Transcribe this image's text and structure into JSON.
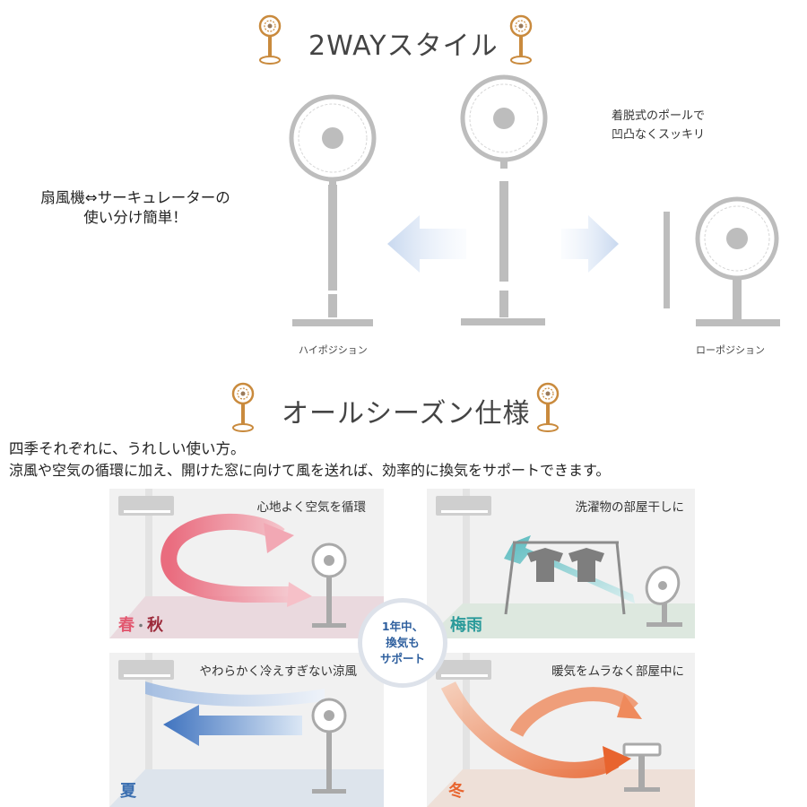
{
  "section1": {
    "title": "2WAYスタイル",
    "title_icon": "fan-icon"
  },
  "left_caption": {
    "line1": "扇風機⇔サーキュレーターの",
    "line2": "使い分け簡単！"
  },
  "right_caption": {
    "line1": "着脱式のポールで",
    "line2": "凹凸なくスッキリ"
  },
  "labels": {
    "high": "ハイポジション",
    "low": "ローポジション"
  },
  "section2": {
    "title": "オールシーズン仕様",
    "title_icon": "fan-icon"
  },
  "intro": {
    "line1": "四季それぞれに、うれしい使い方。",
    "line2": "涼風や空気の循環に加え、開けた窓に向けて風を送れば、効率的に換気をサポートできます。"
  },
  "panels": {
    "spring_autumn": {
      "label": "心地よく空気を循環",
      "season_a": "春",
      "dot": "・",
      "season_b": "秋",
      "color": "#e2576f"
    },
    "rainy": {
      "label": "洗濯物の部屋干しに",
      "season": "梅雨",
      "color": "#2a9a9a"
    },
    "summer": {
      "label": "やわらかく冷えすぎない涼風",
      "season": "夏",
      "color": "#3b6fb0"
    },
    "winter": {
      "label": "暖気をムラなく部屋中に",
      "season": "冬",
      "color": "#e8642e"
    }
  },
  "badge": {
    "line1": "1年中、",
    "line2": "換気も",
    "line3": "サポート"
  }
}
